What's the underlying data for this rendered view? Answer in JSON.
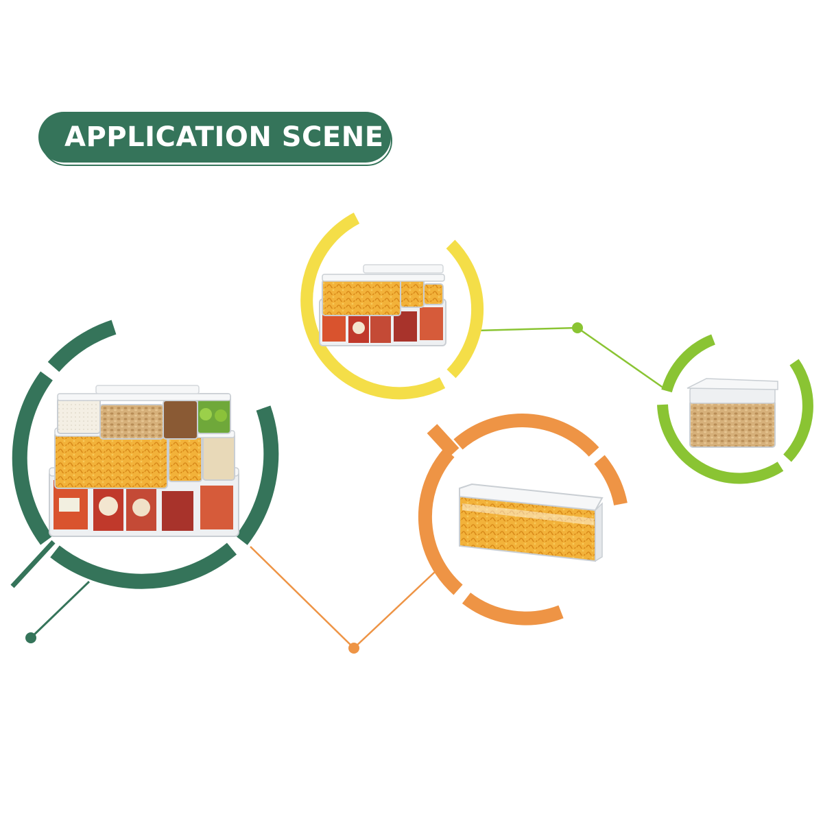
{
  "header": {
    "title": "APPLICATION SCENE"
  },
  "colors": {
    "banner": "#35745a",
    "dark_green": "#35745a",
    "yellow": "#f4de48",
    "lime": "#8ac433",
    "orange": "#ee9445",
    "pasta": "#f2b23a",
    "nuts": "#c9a26a",
    "container": "#eef0f2",
    "lid": "#f6f7f8"
  },
  "scenes": [
    {
      "name": "full-set-stack",
      "ring_color": "dark_green"
    },
    {
      "name": "tray-with-containers",
      "ring_color": "yellow"
    },
    {
      "name": "long-pasta-container",
      "ring_color": "orange"
    },
    {
      "name": "small-nut-container",
      "ring_color": "lime"
    }
  ]
}
